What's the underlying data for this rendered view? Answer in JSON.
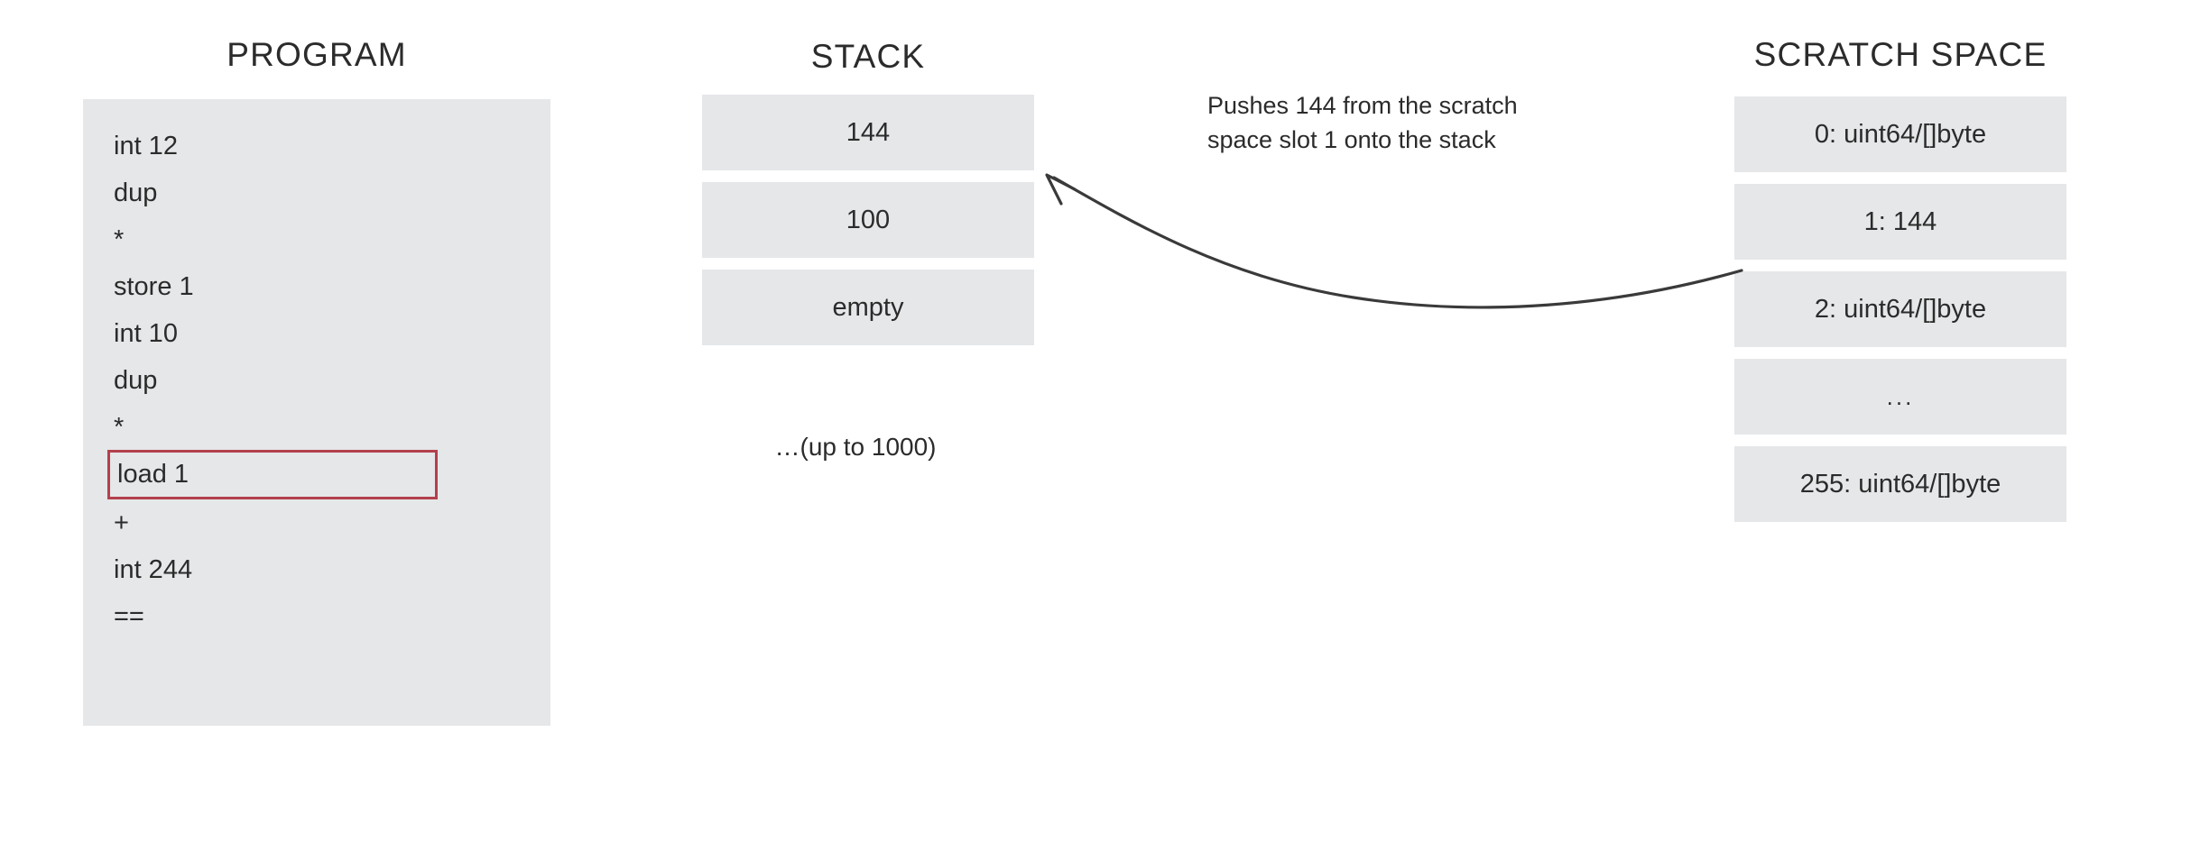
{
  "columns": {
    "program": {
      "title": "PROGRAM",
      "lines": [
        {
          "text": "int 12",
          "highlighted": false
        },
        {
          "text": "dup",
          "highlighted": false
        },
        {
          "text": "*",
          "highlighted": false
        },
        {
          "text": "store 1",
          "highlighted": false
        },
        {
          "text": "int 10",
          "highlighted": false
        },
        {
          "text": "dup",
          "highlighted": false
        },
        {
          "text": "*",
          "highlighted": false
        },
        {
          "text": "load 1",
          "highlighted": true
        },
        {
          "text": "+",
          "highlighted": false
        },
        {
          "text": "int 244",
          "highlighted": false
        },
        {
          "text": "==",
          "highlighted": false
        }
      ]
    },
    "stack": {
      "title": "STACK",
      "cells": [
        "144",
        "100",
        "empty"
      ],
      "note": "…(up to 1000)"
    },
    "scratch": {
      "title": "SCRATCH SPACE",
      "cells": [
        "0: uint64/[]byte",
        "1: 144",
        "2: uint64/[]byte",
        "...",
        "255: uint64/[]byte"
      ]
    }
  },
  "annotation": {
    "line1": "Pushes 144 from the scratch",
    "line2": "space slot 1 onto the stack"
  },
  "colors": {
    "cell_fill": "#e5e7e9",
    "panel_fill": "#e5e7e9",
    "highlight_border": "#b3404c",
    "text": "#2b2b2b",
    "arrow": "#3a3a3a",
    "background": "#ffffff"
  }
}
